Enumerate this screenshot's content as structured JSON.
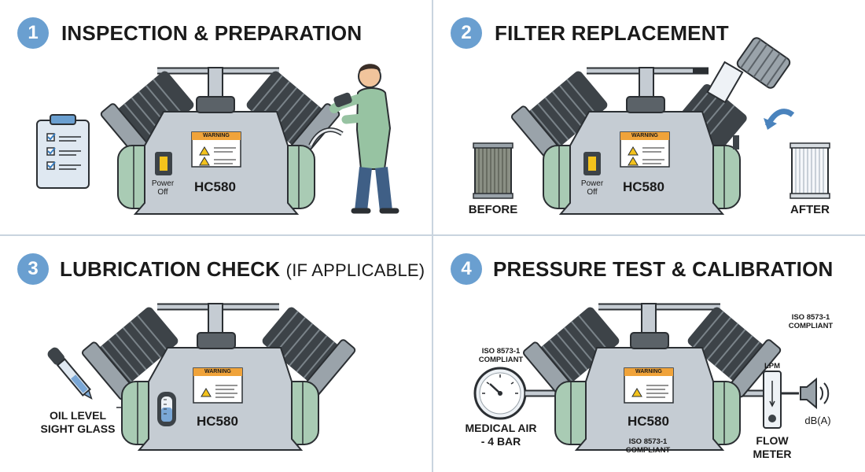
{
  "steps": [
    {
      "number": "1",
      "title": "INSPECTION & PREPARATION",
      "model": "HC580",
      "warning": "WARNING",
      "power_label_1": "Power",
      "power_label_2": "Off"
    },
    {
      "number": "2",
      "title": "FILTER REPLACEMENT",
      "model": "HC580",
      "warning": "WARNING",
      "power_label_1": "Power",
      "power_label_2": "Off",
      "before": "BEFORE",
      "after": "AFTER"
    },
    {
      "number": "3",
      "title": "LUBRICATION CHECK",
      "title_sub": "(IF APPLICABLE)",
      "model": "HC580",
      "warning": "WARNING",
      "oil_label_1": "OIL LEVEL",
      "oil_label_2": "SIGHT GLASS"
    },
    {
      "number": "4",
      "title": "PRESSURE TEST & CALIBRATION",
      "model": "HC580",
      "warning": "WARNING",
      "iso_a": "ISO 8573-1",
      "compliant": "COMPLIANT",
      "gauge_label_1": "MEDICAL AIR",
      "gauge_label_2": "- 4 BAR",
      "flow_label_1": "FLOW",
      "flow_label_2": "METER",
      "lpm": "LPM",
      "dba": "dB(A)"
    }
  ],
  "colors": {
    "badge": "#6a9fd0",
    "body": "#c5ccd3",
    "tank": "#a9cbb4",
    "fins": "#3d4348",
    "warning": "#f0a33a",
    "switch": "#f3c21c"
  }
}
